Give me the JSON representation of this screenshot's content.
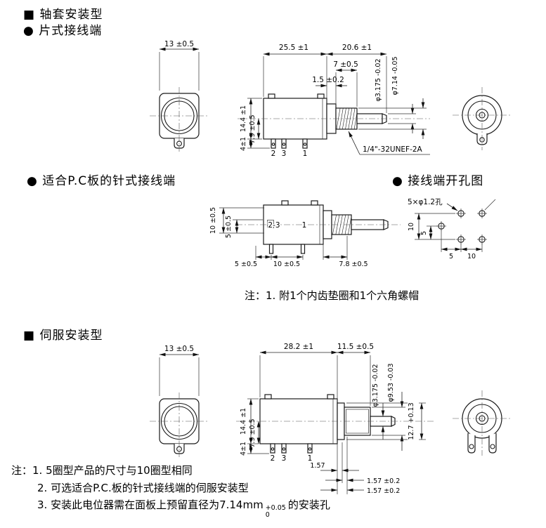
{
  "headers": {
    "bushing": "■ 轴套安装型",
    "chip": "● 片式接线端",
    "pcpin": "● 适合P.C板的针式接线端",
    "holes": "● 接线端开孔图",
    "servo": "■ 伺服安装型"
  },
  "bushing": {
    "front_width": "13 ±0.5",
    "body_len": "25.5 ±1",
    "overall_len": "20.6 ±1",
    "thread_len": "7 ±0.5",
    "collar": "1.5 ±0.2",
    "shaft_dia": "φ3.175 -0.02",
    "bushing_dia": "φ7.14 -0.05",
    "body_h": "14.4 ±1",
    "pin_len": "4±1",
    "center_h": "7.9 ±0.5",
    "thread_spec": "1/4\"-32UNEF-2A",
    "t2": "2",
    "t3": "3",
    "t1": "1"
  },
  "pcpin": {
    "v10": "10 ±0.5",
    "v5": "5 ±0.5",
    "pins23": "2-3",
    "pin1": "1",
    "b5": "5 ±0.5",
    "b10": "10 ±0.5",
    "b78": "7.8 ±0.5",
    "note": "注：1. 附1个内齿垫圈和1个六角螺帽"
  },
  "holes": {
    "callout": "5×φ1.2孔",
    "v10": "10",
    "v5": "5",
    "h5": "5",
    "h10": "10"
  },
  "servo": {
    "front_width": "13 ±0.5",
    "body_len": "28.2 ±1",
    "bushing_len": "11.5 ±0.5",
    "shaft_dia": "φ3.175 -0.02",
    "boss_dia": "φ9.53 -0.03",
    "flange_dia": "12.7 +0.13",
    "body_h": "14.4 ±1",
    "pin_len": "4±1",
    "center_h": "7.9 ±0.5",
    "t2": "2",
    "t3": "3",
    "t1": "1",
    "g1": "1.57",
    "g2": "1.57 ±0.2",
    "g3": "1.57 ±0.2"
  },
  "notes": {
    "n1": "注：1. 5圈型产品的尺寸与10圈型相同",
    "n2": "2. 可选适合P.C.板的针式接线端的伺服安装型",
    "n3_pre": "3. 安装此电位器需在面板上预留直径为7.14mm",
    "n3_upper": "+0.05",
    "n3_lower": "0",
    "n3_post": "的安装孔"
  }
}
